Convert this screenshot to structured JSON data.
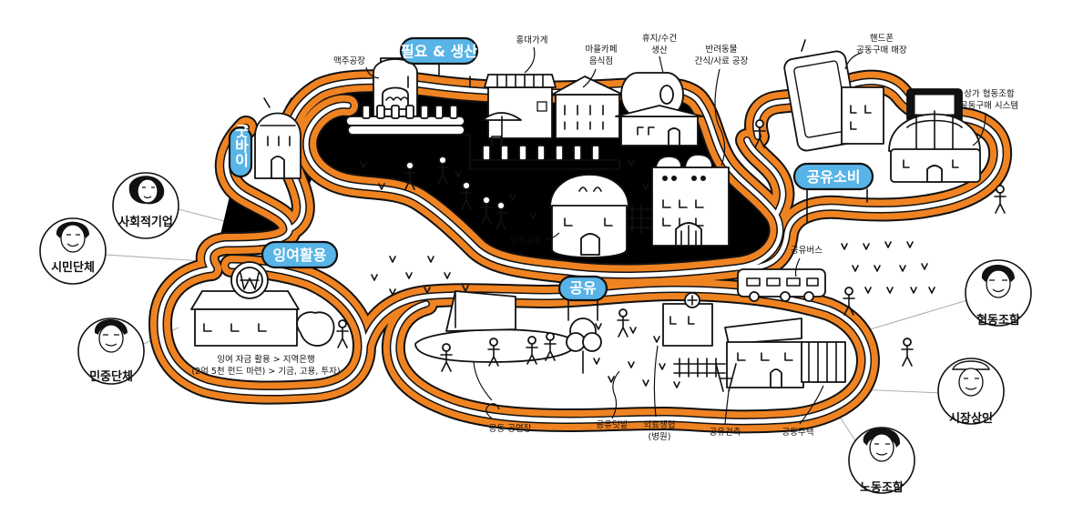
{
  "signs": {
    "needs_production": "필요 & 생산",
    "good_buy": "굿바이",
    "surplus_use": "잉여활용",
    "sharing": "공유",
    "shared_consumption": "공유소비"
  },
  "labels": {
    "brewery": "맥주공장",
    "red_bean_shop": "홍대가게",
    "village_cafe": [
      "마을카페",
      "음식점"
    ],
    "recycled_paper": [
      "휴지/수건",
      "생산"
    ],
    "pet_food": [
      "반려동물",
      "간식/사료 공장"
    ],
    "phone_buying": [
      "핸드폰",
      "공동구매 매장"
    ],
    "merchant_buying": [
      "상가 협동조합",
      "공동구매 시스템"
    ],
    "dumpling_factory": "만두공장",
    "shared_bus": "공유버스",
    "surplus_bank": [
      "잉여 자금 활용 > 지역은행",
      "(2억 5천 펀드 마련) > 기금, 고용, 투자)"
    ],
    "public_theater": "공동 공연장",
    "shared_garden": "공유텃밭",
    "medical_coop": [
      "의료생협",
      "(병원)"
    ],
    "shared_building": "공유건축",
    "shared_housing": "공동주택"
  },
  "roles": {
    "social_enterprise": "사회적기업",
    "civic_group": "시민단체",
    "people_group": "민중단체",
    "cooperative": "협동조합",
    "merchant": "시장상인",
    "labor_union": "노동조합"
  },
  "colors": {
    "road": "#ef8322",
    "sign": "#58b4e6",
    "outline": "#111111"
  },
  "icons": [
    "won-coin-icon",
    "paw-icon",
    "cross-icon"
  ]
}
